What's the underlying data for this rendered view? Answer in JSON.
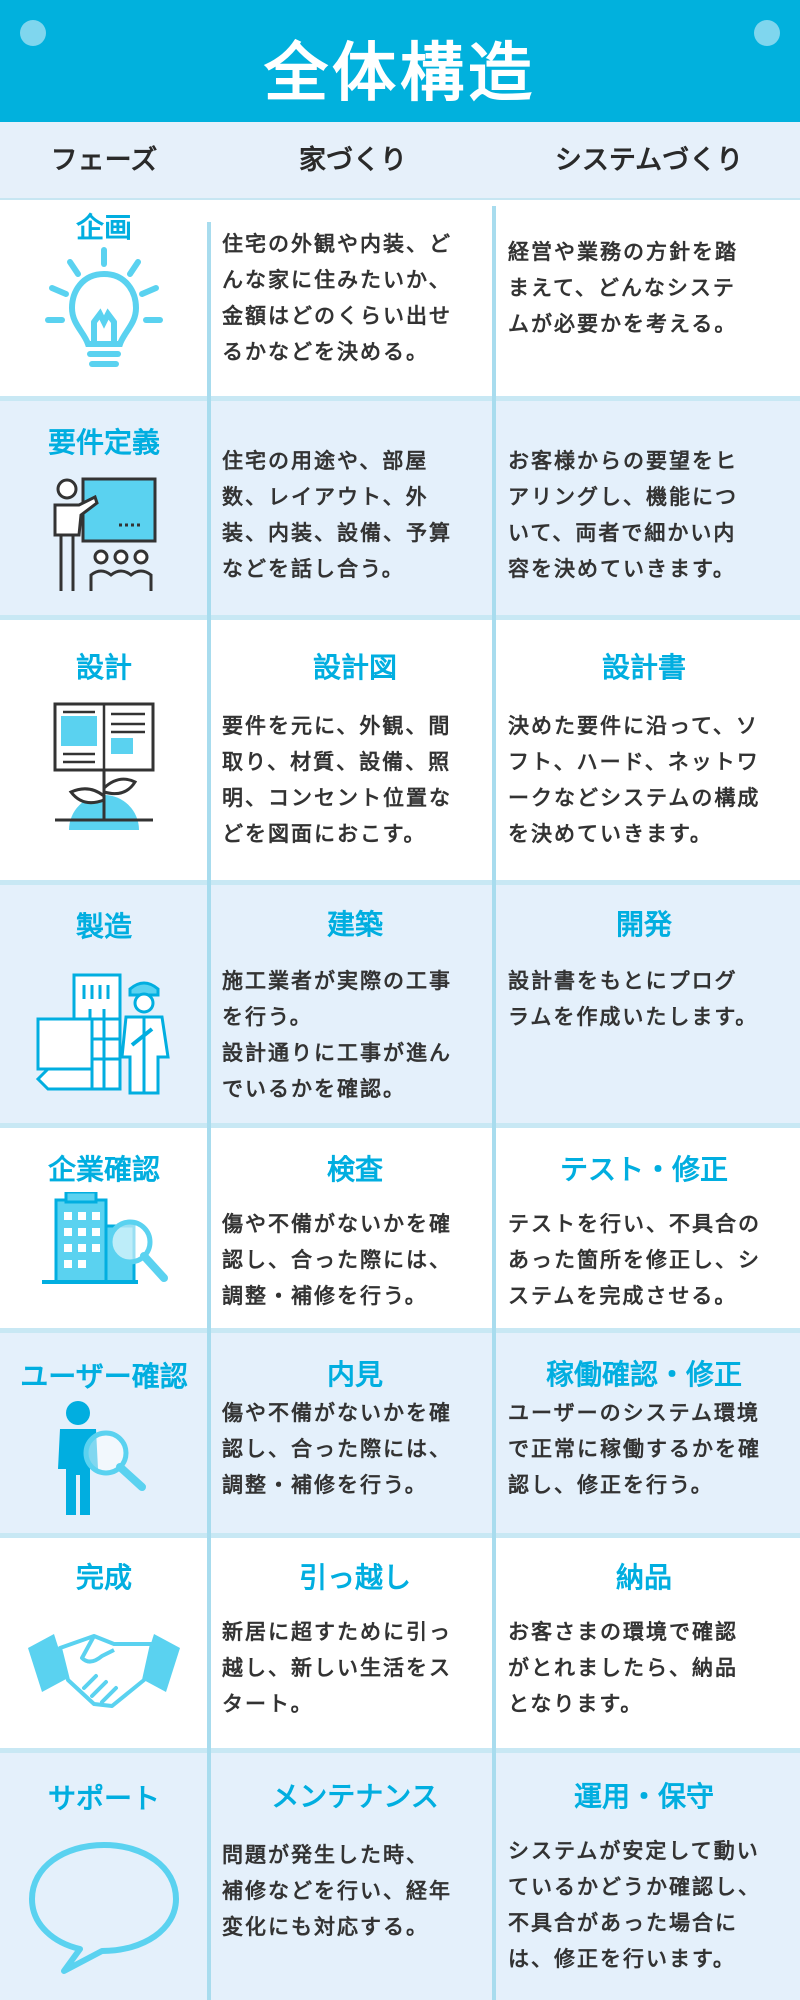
{
  "title": "全体構造",
  "header": {
    "phase": "フェーズ",
    "house": "家づくり",
    "system": "システムづくり"
  },
  "colors": {
    "accent": "#01b1dd",
    "header_bg": "#e6f0fa",
    "icon_light": "#5ad2f0",
    "icon_dark": "#333333"
  },
  "rows": [
    {
      "phase": "企画",
      "icon": "lightbulb-icon",
      "house_title": "",
      "house_text": "住宅の外観や内装、ど\nんな家に住みたいか、\n金額はどのくらい出せ\nるかなどを決める。",
      "system_title": "",
      "system_text": "経営や業務の方針を踏\nまえて、どんなシステ\nムが必要かを考える。"
    },
    {
      "phase": "要件定義",
      "icon": "presentation-icon",
      "house_title": "",
      "house_text": "住宅の用途や、部屋\n数、レイアウト、外\n装、内装、設備、予算\nなどを話し合う。",
      "system_title": "",
      "system_text": "お客様からの要望をヒ\nアリングし、機能につ\nいて、両者で細かい内\n容を決めていきます。"
    },
    {
      "phase": "設計",
      "icon": "blueprint-book-icon",
      "house_title": "設計図",
      "house_text": "要件を元に、外観、間\n取り、材質、設備、照\n明、コンセント位置な\nどを図面におこす。",
      "system_title": "設計書",
      "system_text": "決めた要件に沿って、ソ\nフト、ハード、ネットワ\nークなどシステムの構成\nを決めていきます。"
    },
    {
      "phase": "製造",
      "icon": "construction-worker-icon",
      "house_title": "建築",
      "house_text": "施工業者が実際の工事\nを行う。\n設計通りに工事が進ん\nでいるかを確認。",
      "system_title": "開発",
      "system_text": "設計書をもとにプログ\nラムを作成いたします。"
    },
    {
      "phase": "企業確認",
      "icon": "building-magnifier-icon",
      "house_title": "検査",
      "house_text": "傷や不備がないかを確\n認し、合った際には、\n調整・補修を行う。",
      "system_title": "テスト・修正",
      "system_text": "テストを行い、不具合の\nあった箇所を修正し、シ\nステムを完成させる。"
    },
    {
      "phase": "ユーザー確認",
      "icon": "person-magnifier-icon",
      "house_title": "内見",
      "house_text": "傷や不備がないかを確\n認し、合った際には、\n調整・補修を行う。",
      "system_title": "稼働確認・修正",
      "system_text": "ユーザーのシステム環境\nで正常に稼働するかを確\n認し、修正を行う。"
    },
    {
      "phase": "完成",
      "icon": "handshake-icon",
      "house_title": "引っ越し",
      "house_text": "新居に超すために引っ\n越し、新しい生活をス\nタート。",
      "system_title": "納品",
      "system_text": "お客さまの環境で確認\nがとれましたら、納品\nとなります。"
    },
    {
      "phase": "サポート",
      "icon": "speech-bubble-icon",
      "house_title": "メンテナンス",
      "house_text": "問題が発生した時、\n補修などを行い、経年\n変化にも対応する。",
      "system_title": "運用・保守",
      "system_text": "システムが安定して動い\nているかどうか確認し、\n不具合があった場合に\nは、修正を行います。"
    }
  ]
}
